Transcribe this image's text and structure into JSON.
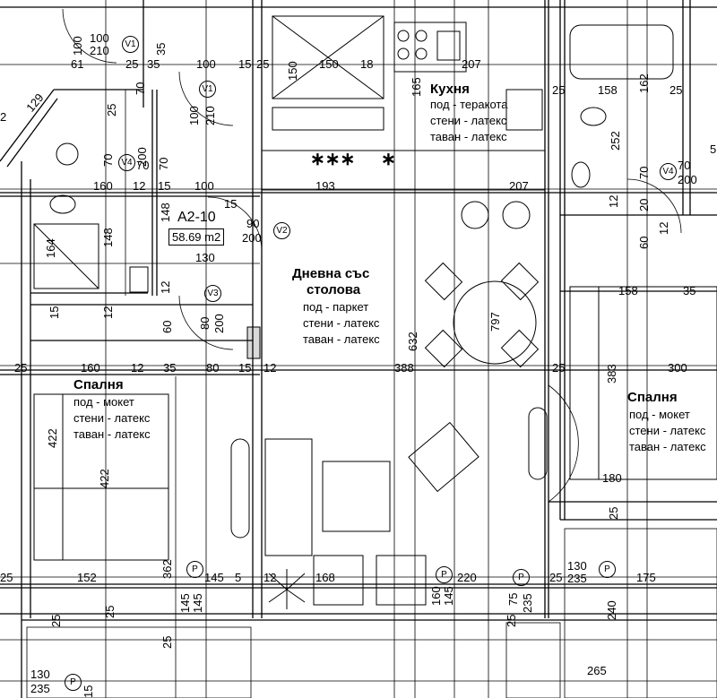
{
  "rooms": {
    "kitchen": {
      "title": "Кухня",
      "floor": "под - теракота",
      "walls": "стени - латекс",
      "ceiling": "таван - латекс"
    },
    "living": {
      "title1": "Дневна със",
      "title2": "столова",
      "floor": "под - паркет",
      "walls": "стени - латекс",
      "ceiling": "таван - латекс"
    },
    "bedroom_left": {
      "title": "Спалня",
      "floor": "под - мокет",
      "walls": "стени - латекс",
      "ceiling": "таван - латекс"
    },
    "bedroom_right": {
      "title": "Спалня",
      "floor": "под - мокет",
      "walls": "стени - латекс",
      "ceiling": "таван - латекс"
    }
  },
  "apartment": {
    "id": "A2-10",
    "area": "58.69 m2"
  },
  "door_tags": {
    "v1": "V1",
    "v2": "V2",
    "v3": "V3",
    "v4": "V4",
    "v4b": "V4",
    "p1": "P",
    "p2": "P",
    "p3": "P",
    "p4": "P",
    "p5": "P"
  },
  "dims": {
    "d100a": "100",
    "d210a": "210",
    "d61": "61",
    "d25a": "25",
    "d35a": "35",
    "d100b": "100",
    "d15a": "15",
    "d25b": "25",
    "d150a": "150",
    "d150b": "150",
    "d18": "18",
    "d207a": "207",
    "d165": "165",
    "d25c": "25",
    "d158a": "158",
    "d162": "162",
    "d25d": "25",
    "d100c": "100",
    "d210b": "210",
    "d70a": "70",
    "d25e": "25",
    "d70b": "70",
    "d200a": "200",
    "d70c": "70",
    "d160a": "160",
    "d12a": "12",
    "d15b": "15",
    "d100d": "100",
    "d15c": "15",
    "d193": "193",
    "d207b": "207",
    "d252": "252",
    "d70d": "70",
    "d200b": "200",
    "d70e": "70",
    "d200c": "200",
    "d148a": "148",
    "d90": "90",
    "d200d": "200",
    "d12b": "12",
    "d12c": "12",
    "d20": "20",
    "d164": "164",
    "d148b": "148",
    "d130a": "130",
    "d60a": "60",
    "d12d": "12",
    "d158b": "158",
    "d35b": "35",
    "d15d": "15",
    "d12e": "12",
    "d80a": "80",
    "d200e": "200",
    "d60b": "60",
    "d632": "632",
    "d797": "797",
    "d25f": "25",
    "d160b": "160",
    "d12f": "12",
    "d35c": "35",
    "d80b": "80",
    "d15e": "15",
    "d12g": "12",
    "d388": "388",
    "d25g": "25",
    "d383": "383",
    "d300": "300",
    "d422a": "422",
    "d422b": "422",
    "d180": "180",
    "d25h": "25",
    "d362": "362",
    "d25i": "25",
    "d152": "152",
    "d145a": "145",
    "d145b": "145",
    "d145c": "145",
    "d5": "5",
    "d12h": "12",
    "d168": "168",
    "d160c": "160",
    "d145d": "145",
    "d220": "220",
    "d75": "75",
    "d235a": "235",
    "d25j": "25",
    "d130b": "130",
    "d235b": "235",
    "d175": "175",
    "d240": "240",
    "d25k": "25",
    "d25l": "25",
    "d25m": "25",
    "d25n": "25",
    "d265": "265",
    "d130c": "130",
    "d235c": "235",
    "d15f": "15",
    "d129": "129",
    "d2": "2",
    "d5b": "5"
  },
  "markers": {
    "stars": "∗∗∗",
    "star": "∗"
  }
}
